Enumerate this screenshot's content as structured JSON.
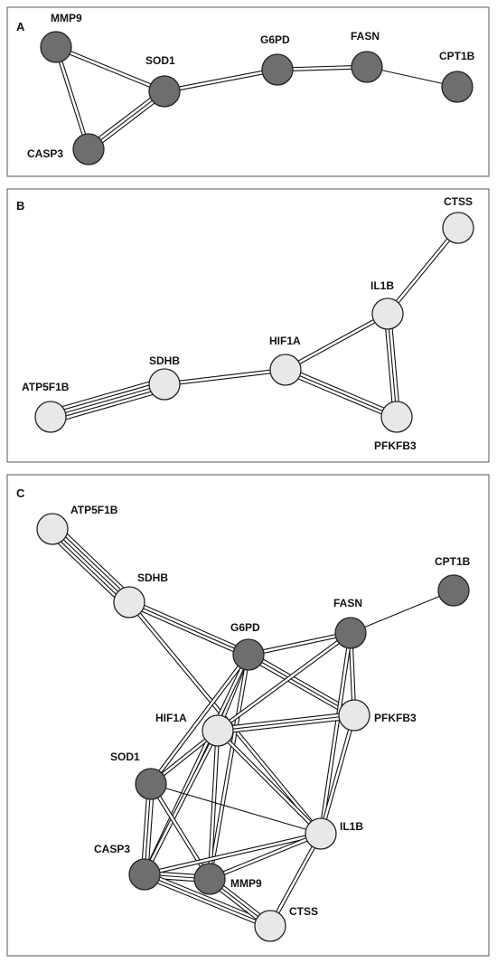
{
  "colors": {
    "dark": "#6e6e6e",
    "light": "#e8e8e8"
  },
  "panels": [
    {
      "letter": "A",
      "nodes": [
        {
          "id": "MMP9",
          "label": "MMP9",
          "shade": "dark"
        },
        {
          "id": "SOD1",
          "label": "SOD1",
          "shade": "dark"
        },
        {
          "id": "CASP3",
          "label": "CASP3",
          "shade": "dark"
        },
        {
          "id": "G6PD",
          "label": "G6PD",
          "shade": "dark"
        },
        {
          "id": "FASN",
          "label": "FASN",
          "shade": "dark"
        },
        {
          "id": "CPT1B",
          "label": "CPT1B",
          "shade": "dark"
        }
      ],
      "edges": [
        {
          "source": "MMP9",
          "target": "SOD1",
          "lines": 2
        },
        {
          "source": "MMP9",
          "target": "CASP3",
          "lines": 2
        },
        {
          "source": "SOD1",
          "target": "CASP3",
          "lines": 3
        },
        {
          "source": "SOD1",
          "target": "G6PD",
          "lines": 2
        },
        {
          "source": "G6PD",
          "target": "FASN",
          "lines": 2
        },
        {
          "source": "FASN",
          "target": "CPT1B",
          "lines": 1
        }
      ]
    },
    {
      "letter": "B",
      "nodes": [
        {
          "id": "CTSS",
          "label": "CTSS",
          "shade": "light"
        },
        {
          "id": "IL1B",
          "label": "IL1B",
          "shade": "light"
        },
        {
          "id": "HIF1A",
          "label": "HIF1A",
          "shade": "light"
        },
        {
          "id": "SDHB",
          "label": "SDHB",
          "shade": "light"
        },
        {
          "id": "ATP5F1B",
          "label": "ATP5F1B",
          "shade": "light"
        },
        {
          "id": "PFKFB3",
          "label": "PFKFB3",
          "shade": "light"
        }
      ],
      "edges": [
        {
          "source": "CTSS",
          "target": "IL1B",
          "lines": 2
        },
        {
          "source": "IL1B",
          "target": "HIF1A",
          "lines": 2
        },
        {
          "source": "IL1B",
          "target": "PFKFB3",
          "lines": 3
        },
        {
          "source": "HIF1A",
          "target": "PFKFB3",
          "lines": 3
        },
        {
          "source": "HIF1A",
          "target": "SDHB",
          "lines": 2
        },
        {
          "source": "SDHB",
          "target": "ATP5F1B",
          "lines": 5
        }
      ]
    },
    {
      "letter": "C",
      "nodes": [
        {
          "id": "ATP5F1B",
          "label": "ATP5F1B",
          "shade": "light"
        },
        {
          "id": "SDHB",
          "label": "SDHB",
          "shade": "light"
        },
        {
          "id": "G6PD",
          "label": "G6PD",
          "shade": "dark"
        },
        {
          "id": "FASN",
          "label": "FASN",
          "shade": "dark"
        },
        {
          "id": "CPT1B",
          "label": "CPT1B",
          "shade": "dark"
        },
        {
          "id": "HIF1A",
          "label": "HIF1A",
          "shade": "light"
        },
        {
          "id": "PFKFB3",
          "label": "PFKFB3",
          "shade": "light"
        },
        {
          "id": "SOD1",
          "label": "SOD1",
          "shade": "dark"
        },
        {
          "id": "IL1B",
          "label": "IL1B",
          "shade": "light"
        },
        {
          "id": "CASP3",
          "label": "CASP3",
          "shade": "dark"
        },
        {
          "id": "MMP9",
          "label": "MMP9",
          "shade": "dark"
        },
        {
          "id": "CTSS",
          "label": "CTSS",
          "shade": "light"
        }
      ],
      "edges": [
        {
          "source": "ATP5F1B",
          "target": "SDHB",
          "lines": 5
        },
        {
          "source": "SDHB",
          "target": "G6PD",
          "lines": 3
        },
        {
          "source": "SDHB",
          "target": "IL1B",
          "lines": 2
        },
        {
          "source": "G6PD",
          "target": "FASN",
          "lines": 2
        },
        {
          "source": "G6PD",
          "target": "PFKFB3",
          "lines": 3
        },
        {
          "source": "G6PD",
          "target": "HIF1A",
          "lines": 2
        },
        {
          "source": "G6PD",
          "target": "SOD1",
          "lines": 2
        },
        {
          "source": "G6PD",
          "target": "CASP3",
          "lines": 2
        },
        {
          "source": "G6PD",
          "target": "MMP9",
          "lines": 2
        },
        {
          "source": "FASN",
          "target": "CPT1B",
          "lines": 1
        },
        {
          "source": "FASN",
          "target": "HIF1A",
          "lines": 2
        },
        {
          "source": "FASN",
          "target": "PFKFB3",
          "lines": 2
        },
        {
          "source": "FASN",
          "target": "IL1B",
          "lines": 2
        },
        {
          "source": "HIF1A",
          "target": "PFKFB3",
          "lines": 3
        },
        {
          "source": "HIF1A",
          "target": "SOD1",
          "lines": 2
        },
        {
          "source": "HIF1A",
          "target": "CASP3",
          "lines": 2
        },
        {
          "source": "HIF1A",
          "target": "MMP9",
          "lines": 2
        },
        {
          "source": "HIF1A",
          "target": "IL1B",
          "lines": 2
        },
        {
          "source": "PFKFB3",
          "target": "IL1B",
          "lines": 2
        },
        {
          "source": "SOD1",
          "target": "CASP3",
          "lines": 3
        },
        {
          "source": "SOD1",
          "target": "MMP9",
          "lines": 2
        },
        {
          "source": "SOD1",
          "target": "IL1B",
          "lines": 1
        },
        {
          "source": "CASP3",
          "target": "MMP9",
          "lines": 3
        },
        {
          "source": "CASP3",
          "target": "IL1B",
          "lines": 2
        },
        {
          "source": "CASP3",
          "target": "CTSS",
          "lines": 3
        },
        {
          "source": "MMP9",
          "target": "IL1B",
          "lines": 2
        },
        {
          "source": "MMP9",
          "target": "CTSS",
          "lines": 3
        },
        {
          "source": "IL1B",
          "target": "CTSS",
          "lines": 2
        }
      ]
    }
  ]
}
